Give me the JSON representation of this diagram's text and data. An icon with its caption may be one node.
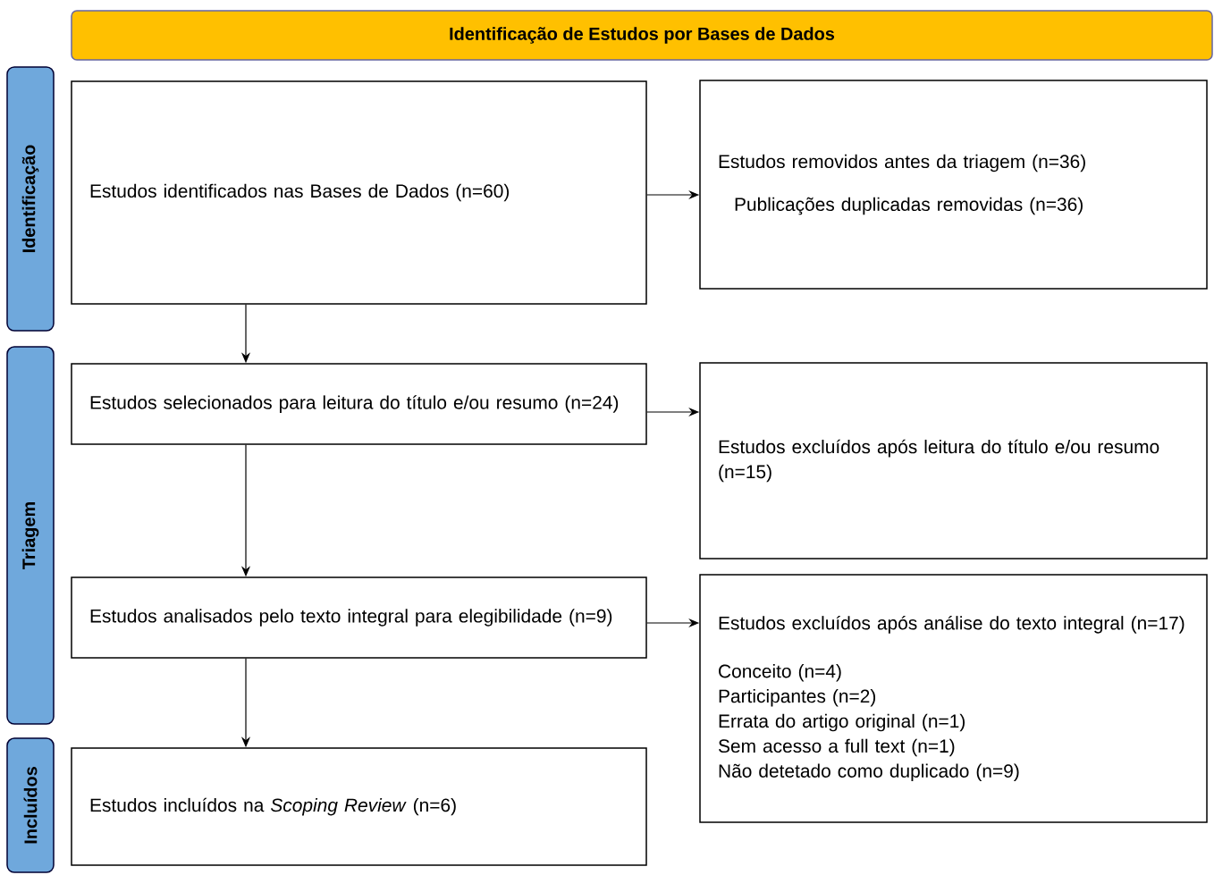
{
  "diagram": {
    "nodes": [
      {
        "text": [
          "Identificação de Estudos por Bases de Dados"
        ]
      },
      {
        "text": [
          "Identificação"
        ]
      },
      {
        "text": [
          "Triagem"
        ]
      },
      {
        "text": [
          "Incluídos"
        ]
      },
      {
        "text": [
          "Estudos identificados nas Bases de Dados (n=60)"
        ]
      },
      {
        "text": [
          "Estudos removidos antes da triagem (n=36)",
          "Publicações duplicadas removidas (n=36)"
        ]
      },
      {
        "text": [
          "Estudos selecionados para leitura do título e/ou resumo (n=24)"
        ]
      },
      {
        "text": [
          "Estudos excluídos após leitura do título e/ou resumo (n=15)"
        ]
      },
      {
        "text": [
          "Estudos analisados pelo texto integral para elegibilidade (n=9)"
        ]
      },
      {
        "text": [
          "Estudos excluídos após análise do texto integral (n=17)",
          "Conceito (n=4)",
          "Participantes (n=2)",
          "Errata do artigo original (n=1)",
          "Sem acesso a full text (n=1)",
          "Não detetado como duplicado (n=9)"
        ]
      },
      {
        "text": [
          "Estudos incluídos na *Scoping Review* (n=6)"
        ]
      }
    ],
    "edges": [
      {
        "from": 4,
        "to": 5,
        "arrow": "to"
      },
      {
        "from": 4,
        "to": 6,
        "arrow": "to"
      },
      {
        "from": 6,
        "to": 7,
        "arrow": "to"
      },
      {
        "from": 6,
        "to": 8,
        "arrow": "to"
      },
      {
        "from": 8,
        "to": 9,
        "arrow": "to"
      },
      {
        "from": 8,
        "to": 10,
        "arrow": "to"
      }
    ]
  }
}
